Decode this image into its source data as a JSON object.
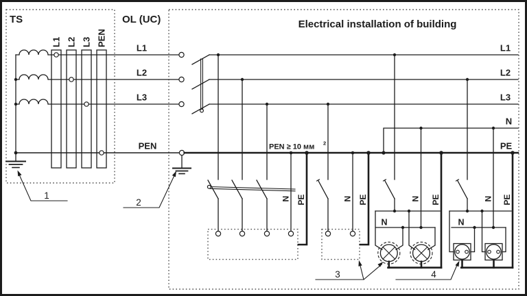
{
  "colors": {
    "ink": "#1c1c1c",
    "dotted": "#4f4f4f",
    "background": "#ffffff"
  },
  "sections": {
    "ts": {
      "label": "TS"
    },
    "ol": {
      "label": "OL (UC)"
    },
    "building": {
      "title": "Electrical installation of building"
    }
  },
  "conductors": {
    "l1": "L1",
    "l2": "L2",
    "l3": "L3",
    "n": "N",
    "pe": "PE",
    "pen": "PEN"
  },
  "pen_note": {
    "text": "PEN ≥ 10 мм",
    "sup": "2"
  },
  "callouts": {
    "c1": "1",
    "c2": "2",
    "c3": "3",
    "c4": "4"
  }
}
